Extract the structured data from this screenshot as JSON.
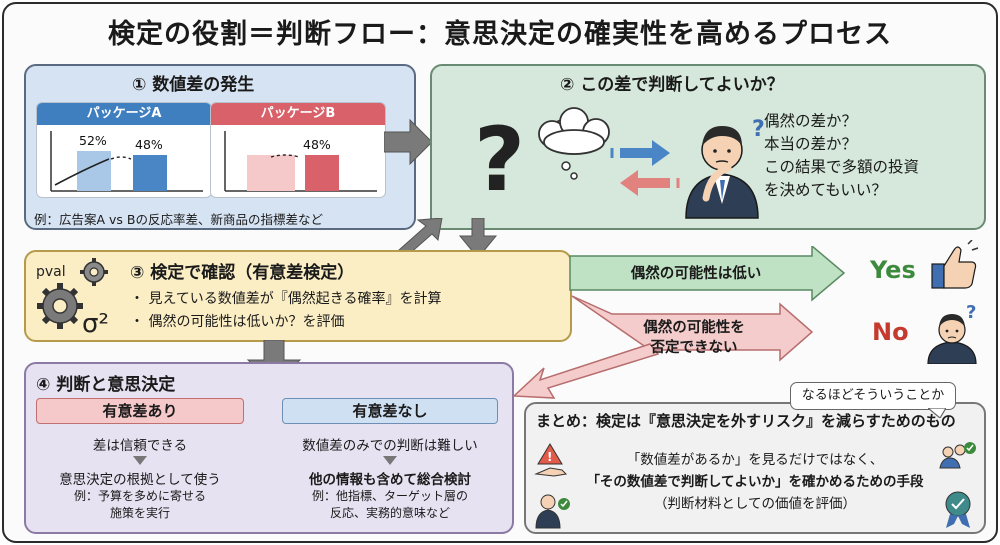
{
  "title": "検定の役割＝判断フロー：意思決定の確実性を高めるプロセス",
  "step1": {
    "title": "① 数値差の発生",
    "package_a": {
      "label": "パッケージA",
      "bars": [
        52,
        48
      ],
      "bar_labels": [
        "52%",
        "48%"
      ]
    },
    "package_b": {
      "label": "パッケージB",
      "bars": [
        48
      ],
      "bar_labels": [
        "48%"
      ]
    },
    "example": "例：広告案A vs Bの反応率差、新商品の指標差など"
  },
  "step2": {
    "title": "② この差で判断してよいか？",
    "questions": [
      "偶然の差か？",
      "本当の差か？",
      "この結果で多額の投資",
      "を決めてもいい？"
    ]
  },
  "step3": {
    "title": "③ 検定で確認（有意差検定）",
    "pval": "pval",
    "sigma": "σ²",
    "bullets": [
      "・ 見えている数値差が『偶然起きる確率』を計算",
      "・ 偶然の可能性は低いか？を評価"
    ]
  },
  "flow": {
    "yes_label": "偶然の可能性は低い",
    "no_label_1": "偶然の可能性を",
    "no_label_2": "否定できない",
    "yes": "Yes",
    "no": "No"
  },
  "step4": {
    "title": "④ 判断と意思決定",
    "significant": {
      "tag": "有意差あり",
      "line1": "差は信頼できる",
      "line2": "意思決定の根拠として使う",
      "example1": "例：予算を多めに寄せる",
      "example2": "施策を実行"
    },
    "not_significant": {
      "tag": "有意差なし",
      "line1": "数値差のみでの判断は難しい",
      "line2": "他の情報も含めて総合検討",
      "example1": "例：他指標、ターゲット層の",
      "example2": "反応、実務的意味など"
    }
  },
  "summary": {
    "bubble": "なるほどそういうことか",
    "title": "まとめ：検定は『意思決定を外すリスク』を減らすためのもの",
    "line1": "「数値差があるか」を見るだけではなく、",
    "line2": "「その数値差で判断してよいか」を確かめるための手段",
    "line3": "（判断材料としての価値を評価）"
  },
  "colors": {
    "blue_panel": "#d6e3f3",
    "green_panel": "#d5e8db",
    "yellow_panel": "#fbeec5",
    "purple_panel": "#e7e2f1",
    "yes_green": "#3d8a3d",
    "no_red": "#c53a2e",
    "bar_blue": "#4a86c5",
    "bar_red": "#d9626a"
  }
}
